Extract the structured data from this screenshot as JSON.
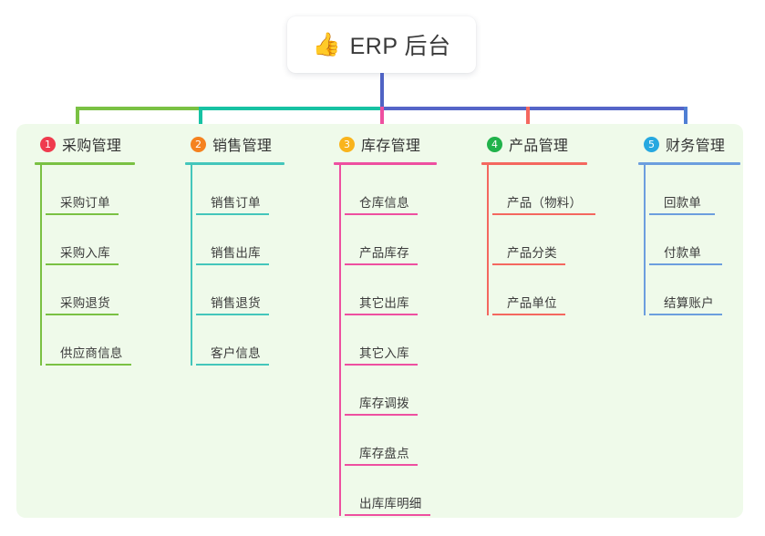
{
  "root": {
    "emoji": "👍",
    "icon_name": "thumbs-up-icon",
    "title": "ERP 后台"
  },
  "theme": {
    "panel_background": "#effaea",
    "page_background": "#ffffff",
    "trunk_color": "#4f63c4",
    "text_color": "#333333"
  },
  "connectors": {
    "trunk_color": "#4f63c4",
    "segments": [
      {
        "name": "bar-green",
        "color": "#7ac143"
      },
      {
        "name": "bar-teal",
        "color": "#17c2a3"
      },
      {
        "name": "bar-indigo",
        "color": "#5565c8"
      }
    ]
  },
  "columns": [
    {
      "number": "1",
      "title": "采购管理",
      "badge_color": "#ef3b4e",
      "line_color": "#7ac143",
      "drop_color": "#7ac143",
      "items": [
        {
          "label": "采购订单",
          "rule_width": 80
        },
        {
          "label": "采购入库",
          "rule_width": 80
        },
        {
          "label": "采购退货",
          "rule_width": 80
        },
        {
          "label": "供应商信息",
          "rule_width": 94
        }
      ]
    },
    {
      "number": "2",
      "title": "销售管理",
      "badge_color": "#f5821f",
      "line_color": "#44c6bb",
      "drop_color": "#17c2a3",
      "items": [
        {
          "label": "销售订单",
          "rule_width": 80
        },
        {
          "label": "销售出库",
          "rule_width": 80
        },
        {
          "label": "销售退货",
          "rule_width": 80
        },
        {
          "label": "客户信息",
          "rule_width": 80
        }
      ]
    },
    {
      "number": "3",
      "title": "库存管理",
      "badge_color": "#f9b41d",
      "line_color": "#ee4fa0",
      "drop_color": "#ee4fa0",
      "items": [
        {
          "label": "仓库信息",
          "rule_width": 80
        },
        {
          "label": "产品库存",
          "rule_width": 80
        },
        {
          "label": "其它出库",
          "rule_width": 80
        },
        {
          "label": "其它入库",
          "rule_width": 80
        },
        {
          "label": "库存调拨",
          "rule_width": 80
        },
        {
          "label": "库存盘点",
          "rule_width": 80
        },
        {
          "label": "出库库明细",
          "rule_width": 94
        }
      ]
    },
    {
      "number": "4",
      "title": "产品管理",
      "badge_color": "#21b24b",
      "line_color": "#f4675f",
      "drop_color": "#f4675f",
      "items": [
        {
          "label": "产品（物料）",
          "rule_width": 113
        },
        {
          "label": "产品分类",
          "rule_width": 80
        },
        {
          "label": "产品单位",
          "rule_width": 80
        }
      ]
    },
    {
      "number": "5",
      "title": "财务管理",
      "badge_color": "#27a8e0",
      "line_color": "#6c9ede",
      "drop_color": "#4f7fd4",
      "items": [
        {
          "label": "回款单",
          "rule_width": 72
        },
        {
          "label": "付款单",
          "rule_width": 80
        },
        {
          "label": "结算账户",
          "rule_width": 80
        }
      ]
    }
  ]
}
